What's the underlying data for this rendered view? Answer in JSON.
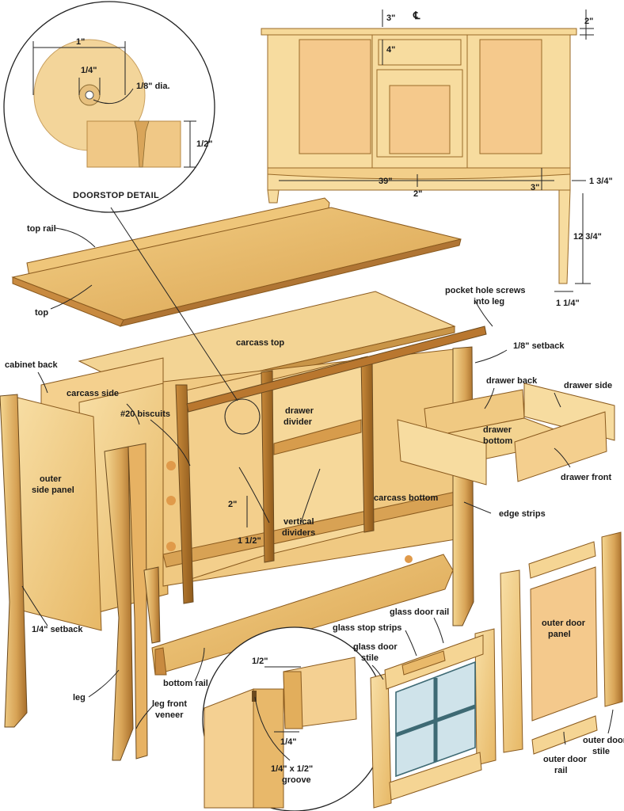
{
  "detail": {
    "title": "DOORSTOP DETAIL",
    "dim_width": "1\"",
    "dim_quarter": "1/4\"",
    "dim_hole": "1/8\" dia.",
    "dim_half": "1/2\""
  },
  "elevation": {
    "center_mark": "℄",
    "dim_arch": "3\"",
    "dim_top_overhang": "2\"",
    "dim_drawer_rail": "4\"",
    "dim_width": "39\"",
    "dim_apron": "3\"",
    "dim_arch_bottom": "2\"",
    "dim_rail_height": "1 3/4\"",
    "dim_leg_height": "12 3/4\"",
    "dim_leg_width": "1 1/4\""
  },
  "labels": {
    "top_rail": "top rail",
    "top": "top",
    "carcass_top": "carcass top",
    "pocket_hole": "pocket hole screws",
    "pocket_hole_2": "into leg",
    "setback_eighth": "1/8\" setback",
    "cabinet_back": "cabinet back",
    "carcass_side": "carcass side",
    "biscuits": "#20 biscuits",
    "drawer_divider_1": "drawer",
    "drawer_divider_2": "divider",
    "drawer_back": "drawer back",
    "drawer_side": "drawer side",
    "drawer_bottom_1": "drawer",
    "drawer_bottom_2": "bottom",
    "drawer_front": "drawer front",
    "outer_side_panel_1": "outer",
    "outer_side_panel_2": "side panel",
    "vertical_dividers_1": "vertical",
    "vertical_dividers_2": "dividers",
    "carcass_bottom": "carcass bottom",
    "edge_strips": "edge strips",
    "dim_two": "2\"",
    "dim_one_half": "1 1/2\"",
    "setback_quarter": "1/4\" setback",
    "leg": "leg",
    "leg_front_veneer_1": "leg front",
    "leg_front_veneer_2": "veneer",
    "bottom_rail": "bottom rail",
    "glass_stop": "glass stop strips",
    "glass_door_rail": "glass door rail",
    "glass_door_stile_1": "glass door",
    "glass_door_stile_2": "stile",
    "groove_half": "1/2\"",
    "groove_quarter": "1/4\"",
    "groove_1": "1/4\" x 1/2\"",
    "groove_2": "groove",
    "outer_door_panel_1": "outer door",
    "outer_door_panel_2": "panel",
    "outer_door_rail_1": "outer door",
    "outer_door_rail_2": "rail",
    "outer_door_stile_1": "outer door",
    "outer_door_stile_2": "stile"
  },
  "colors": {
    "wood_light": "#f7dc9a",
    "wood_mid": "#e8bd6a",
    "wood_dark": "#b87a2e",
    "wood_edge": "#8a5a1e",
    "panel": "#f4c78a",
    "glass": "#cfe3ea"
  }
}
